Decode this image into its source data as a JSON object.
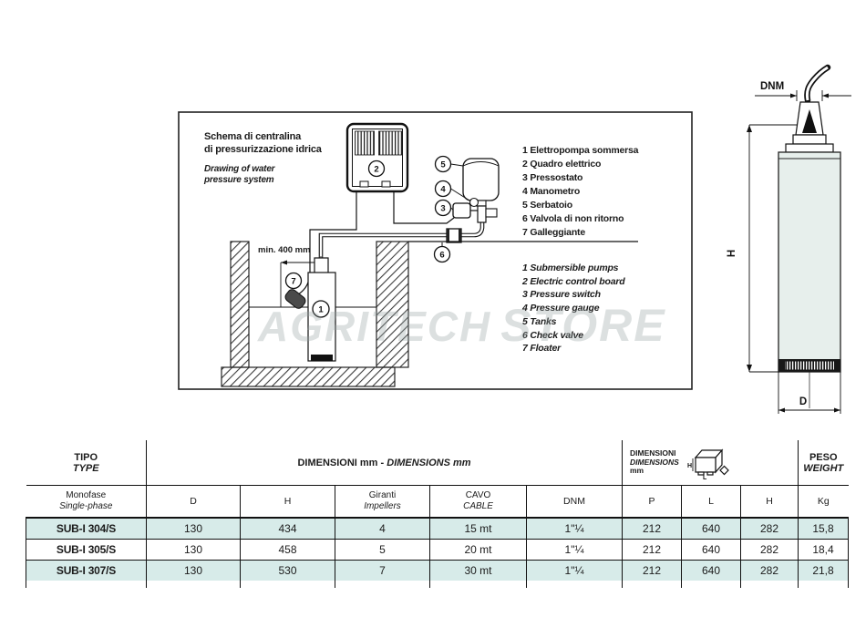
{
  "watermark": {
    "part1": "AGRITECH",
    "part2": "STORE"
  },
  "diagram": {
    "title_it": [
      "Schema di centralina",
      "di pressurizzazione idrica"
    ],
    "title_en": [
      "Drawing of water",
      "pressure system"
    ],
    "min_depth": "min. 400 mm",
    "legend_it": [
      "1 Elettropompa sommersa",
      "2 Quadro elettrico",
      "3 Pressostato",
      "4 Manometro",
      "5 Serbatoio",
      "6 Valvola di non ritorno",
      "7 Galleggiante"
    ],
    "legend_en": [
      "1 Submersible pumps",
      "2 Electric control board",
      "3 Pressure switch",
      "4 Pressure gauge",
      "5 Tanks",
      "6 Check valve",
      "7 Floater"
    ],
    "callouts": [
      "1",
      "2",
      "3",
      "4",
      "5",
      "6",
      "7"
    ]
  },
  "pump_drawing": {
    "dnm": "DNM",
    "h": "H",
    "d": "D"
  },
  "table": {
    "tipo": {
      "it": "TIPO",
      "en": "TYPE"
    },
    "dim_group": {
      "it": "DIMENSIONI mm",
      "sep": " - ",
      "en": "DIMENSIONS mm"
    },
    "pack_group": {
      "it": "DIMENSIONI",
      "en": "DIMENSIONS",
      "unit": "mm"
    },
    "peso": {
      "it": "PESO",
      "en": "WEIGHT"
    },
    "box_icon": {
      "h": "H",
      "l": "L"
    },
    "cols": {
      "monofase_it": "Monofase",
      "monofase_en": "Single-phase",
      "d": "D",
      "h": "H",
      "giranti_it": "Giranti",
      "giranti_en": "Impellers",
      "cavo_it": "CAVO",
      "cavo_en": "CABLE",
      "dnm": "DNM",
      "p": "P",
      "l": "L",
      "h2": "H",
      "kg": "Kg"
    },
    "rows": [
      {
        "model": "SUB-I 304/S",
        "d": "130",
        "h": "434",
        "imp": "4",
        "cable": "15 mt",
        "dnm": "1\"¼",
        "p": "212",
        "l": "640",
        "hh": "282",
        "kg": "15,8"
      },
      {
        "model": "SUB-I 305/S",
        "d": "130",
        "h": "458",
        "imp": "5",
        "cable": "20 mt",
        "dnm": "1\"¼",
        "p": "212",
        "l": "640",
        "hh": "282",
        "kg": "18,4"
      },
      {
        "model": "SUB-I 307/S",
        "d": "130",
        "h": "530",
        "imp": "7",
        "cable": "30 mt",
        "dnm": "1\"¼",
        "p": "212",
        "l": "640",
        "hh": "282",
        "kg": "21,8"
      }
    ]
  }
}
